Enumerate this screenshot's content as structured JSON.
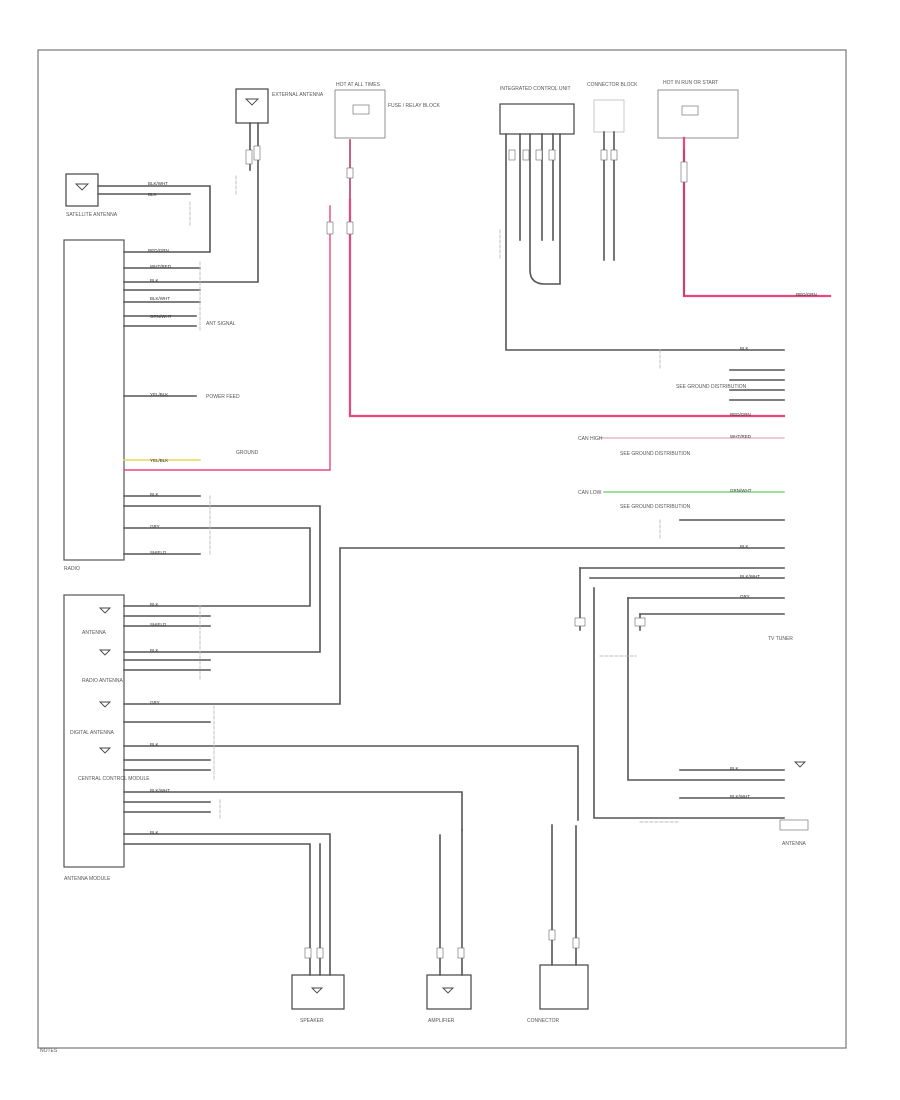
{
  "diagram": {
    "page_id": "NOTES",
    "colors": {
      "wire": "#555555",
      "wire_light": "#bbbbbb",
      "power": "#e8477a",
      "power_dark": "#c0395f",
      "signal_green": "#7ed67e",
      "signal_yellow": "#e8d850"
    },
    "components": {
      "antenna_top": "EXTERNAL ANTENNA",
      "hot_at_all_times": "HOT AT ALL TIMES",
      "fuse_block_label": "FUSE / RELAY BLOCK",
      "integrated_control": "INTEGRATED CONTROL UNIT",
      "connector_block": "CONNECTOR BLOCK",
      "hot_at_run_start": "HOT IN RUN OR START",
      "satellite_antenna": "SATELLITE ANTENNA",
      "radio": "RADIO",
      "antenna_amp": "ANTENNA",
      "radio_antenna": "RADIO ANTENNA",
      "digital_antenna": "DIGITAL ANTENNA",
      "antenna_module_desc": "ANTENNA MODULE",
      "central_module": "CENTRAL CONTROL MODULE",
      "sub_antenna": "ANTENNA",
      "bottom_left_device": "SPEAKER",
      "bottom_mid_device": "AMPLIFIER",
      "bottom_right_device": "CONNECTOR",
      "right_unit": "TV TUNER",
      "right_lower": "ANTENNA"
    },
    "wire_tags": {
      "w1": "BLK/WHT",
      "w2": "BLK",
      "w3": "RED/GRN",
      "w4": "WHT/RED",
      "w5": "GRN/WHT",
      "w6": "YEL/BLK",
      "w7": "SHIELD",
      "w8": "GRY"
    },
    "notes": {
      "n1": "ANT SIGNAL",
      "n2": "POWER FEED",
      "n3": "GROUND",
      "n4": "CAN HIGH",
      "n5": "CAN LOW",
      "n6": "SEE GROUND DISTRIBUTION"
    }
  }
}
